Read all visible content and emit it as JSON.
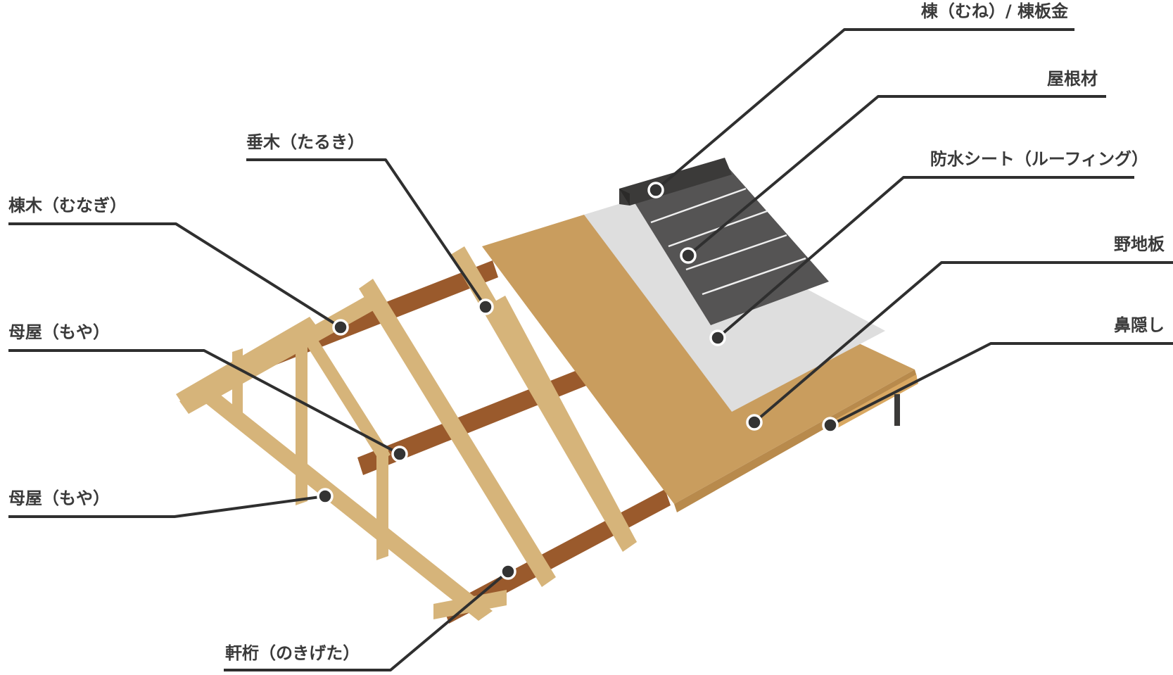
{
  "diagram": {
    "colors": {
      "truss_wood": "#d6b47a",
      "purlin_wood": "#9a5a2c",
      "sheathing": "#c99d5e",
      "underlayment": "#dedede",
      "roofing": "#555454",
      "ridge_cap": "#3b3a39",
      "leader_line": "#2f2f2f"
    },
    "labels": {
      "ridge_cap": "棟（むね）/ 棟板金",
      "roofing_material": "屋根材",
      "waterproof_sheet": "防水シート（ルーフィング）",
      "sheathing_board": "野地板",
      "fascia": "鼻隠し",
      "rafter": "垂木（たるき）",
      "ridge_beam": "棟木（むなぎ）",
      "purlin_upper": "母屋（もや）",
      "purlin_lower": "母屋（もや）",
      "eave_beam": "軒桁（のきげた）"
    }
  }
}
